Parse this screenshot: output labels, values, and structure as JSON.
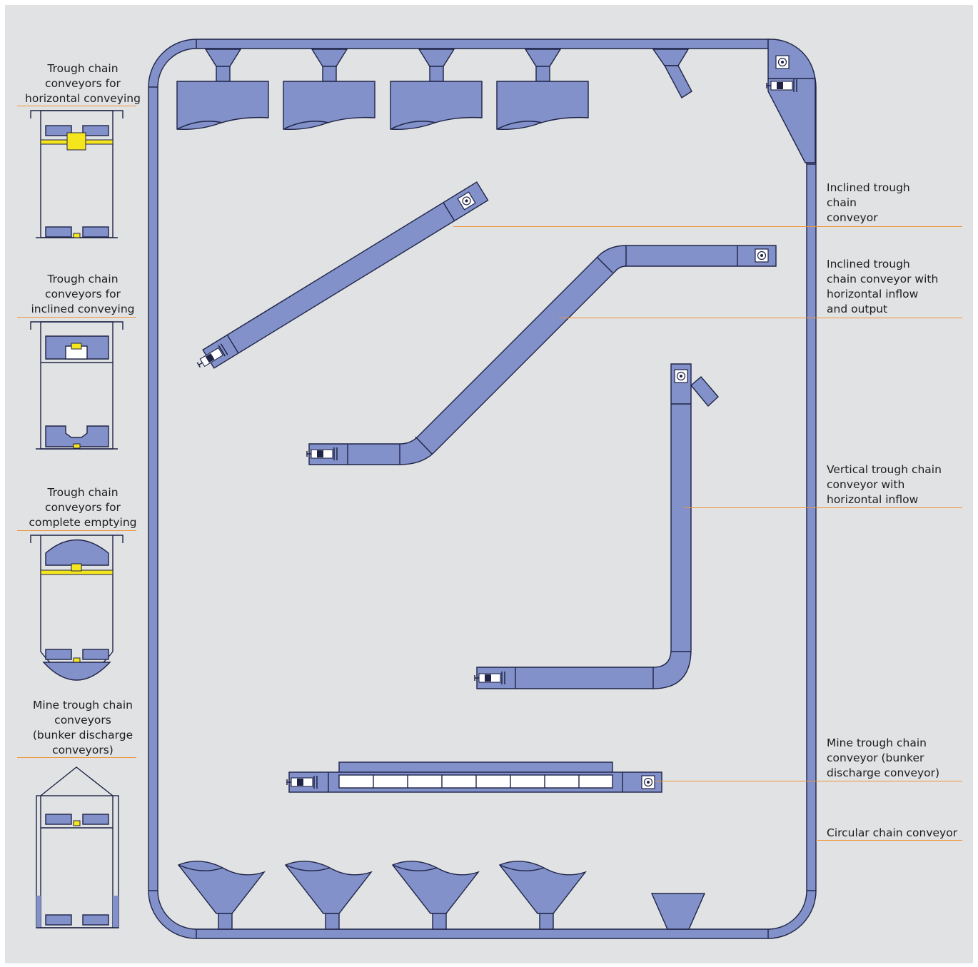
{
  "left_labels": [
    "Trough chain\nconveyors for\nhorizontal conveying",
    "Trough chain\nconveyors for\ninclined conveying",
    "Trough chain\nconveyors for\ncomplete emptying",
    "Mine trough chain\nconveyors\n(bunker discharge\nconveyors)"
  ],
  "right_labels": [
    "Inclined trough\nchain\nconveyor",
    "Inclined trough\nchain conveyor with\nhorizontal inflow\nand output",
    "Vertical trough chain\nconveyor with\nhorizontal inflow",
    "Mine trough chain\nconveyor (bunker\ndischarge conveyor)",
    "Circular chain conveyor"
  ],
  "colors": {
    "background": "#e1e2e3",
    "conveyor_fill": "#8291c9",
    "outline": "#1f2447",
    "chain_highlight": "#f4e51c",
    "leader_line": "#f0953a"
  },
  "icons": [
    "drive-head-icon",
    "tension-station-icon",
    "hopper-icon",
    "bunker-icon"
  ]
}
